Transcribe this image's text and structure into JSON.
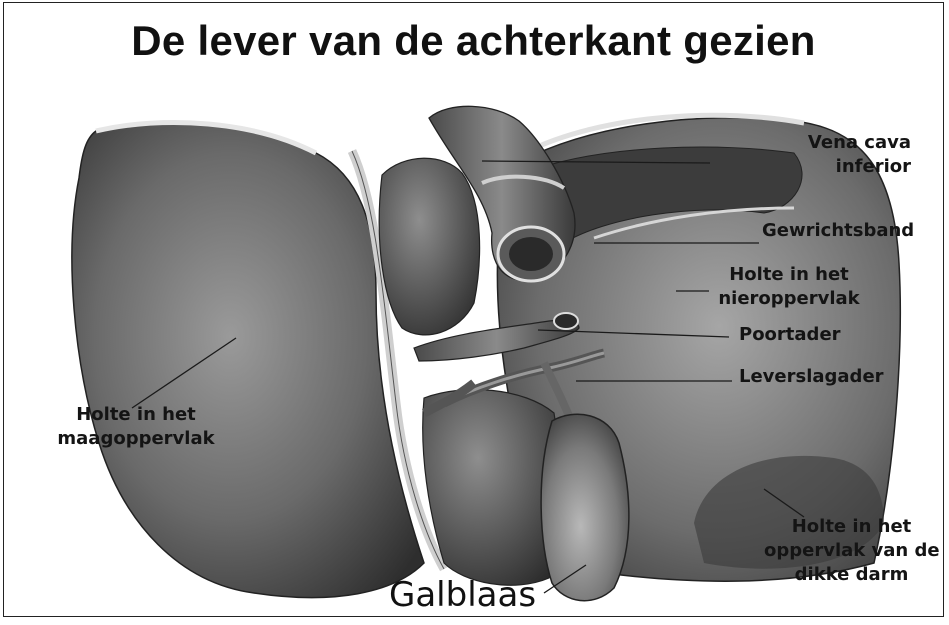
{
  "title": "De lever van de achterkant gezien",
  "labels": {
    "vena_cava": [
      "Vena cava",
      "inferior"
    ],
    "gewrichtsband": "Gewrichtsband",
    "holte_nier": [
      "Holte in het",
      "nieroppervlak"
    ],
    "poortader": "Poortader",
    "leverslagader": "Leverslagader",
    "holte_maag": [
      "Holte in het",
      "maagoppervlak"
    ],
    "holte_darm": [
      "Holte in het",
      "oppervlak van de",
      "dikke darm"
    ],
    "galblaas": "Galblaas"
  },
  "colors": {
    "liver_dark": "#3a3a3a",
    "liver_mid": "#6e6e6e",
    "liver_light": "#b4b4b4",
    "line": "#1a1a1a"
  }
}
